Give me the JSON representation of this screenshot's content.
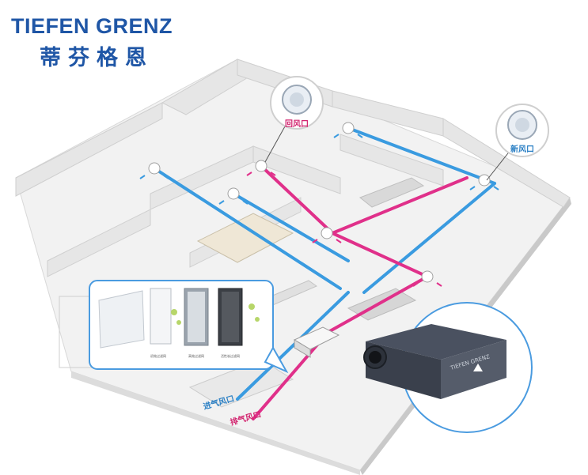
{
  "brand": {
    "name_en": "TIEFEN GRENZ",
    "name_cn": "蒂芬格恩",
    "color": "#1f56a6"
  },
  "callouts": {
    "return_air": "回风口",
    "fresh_air": "新风口",
    "intake_outlet": "进气风口",
    "exhaust_outlet": "排气风口"
  },
  "colors": {
    "fresh_duct": "#3a9be0",
    "return_duct": "#e0308a",
    "callout_bg": "#ffffff"
  },
  "device": {
    "brand_text": "TIEFEN GRENZ"
  },
  "filter_panel": {
    "captions": [
      "初效过滤网",
      "高效过滤网",
      "活性炭过滤网"
    ]
  }
}
